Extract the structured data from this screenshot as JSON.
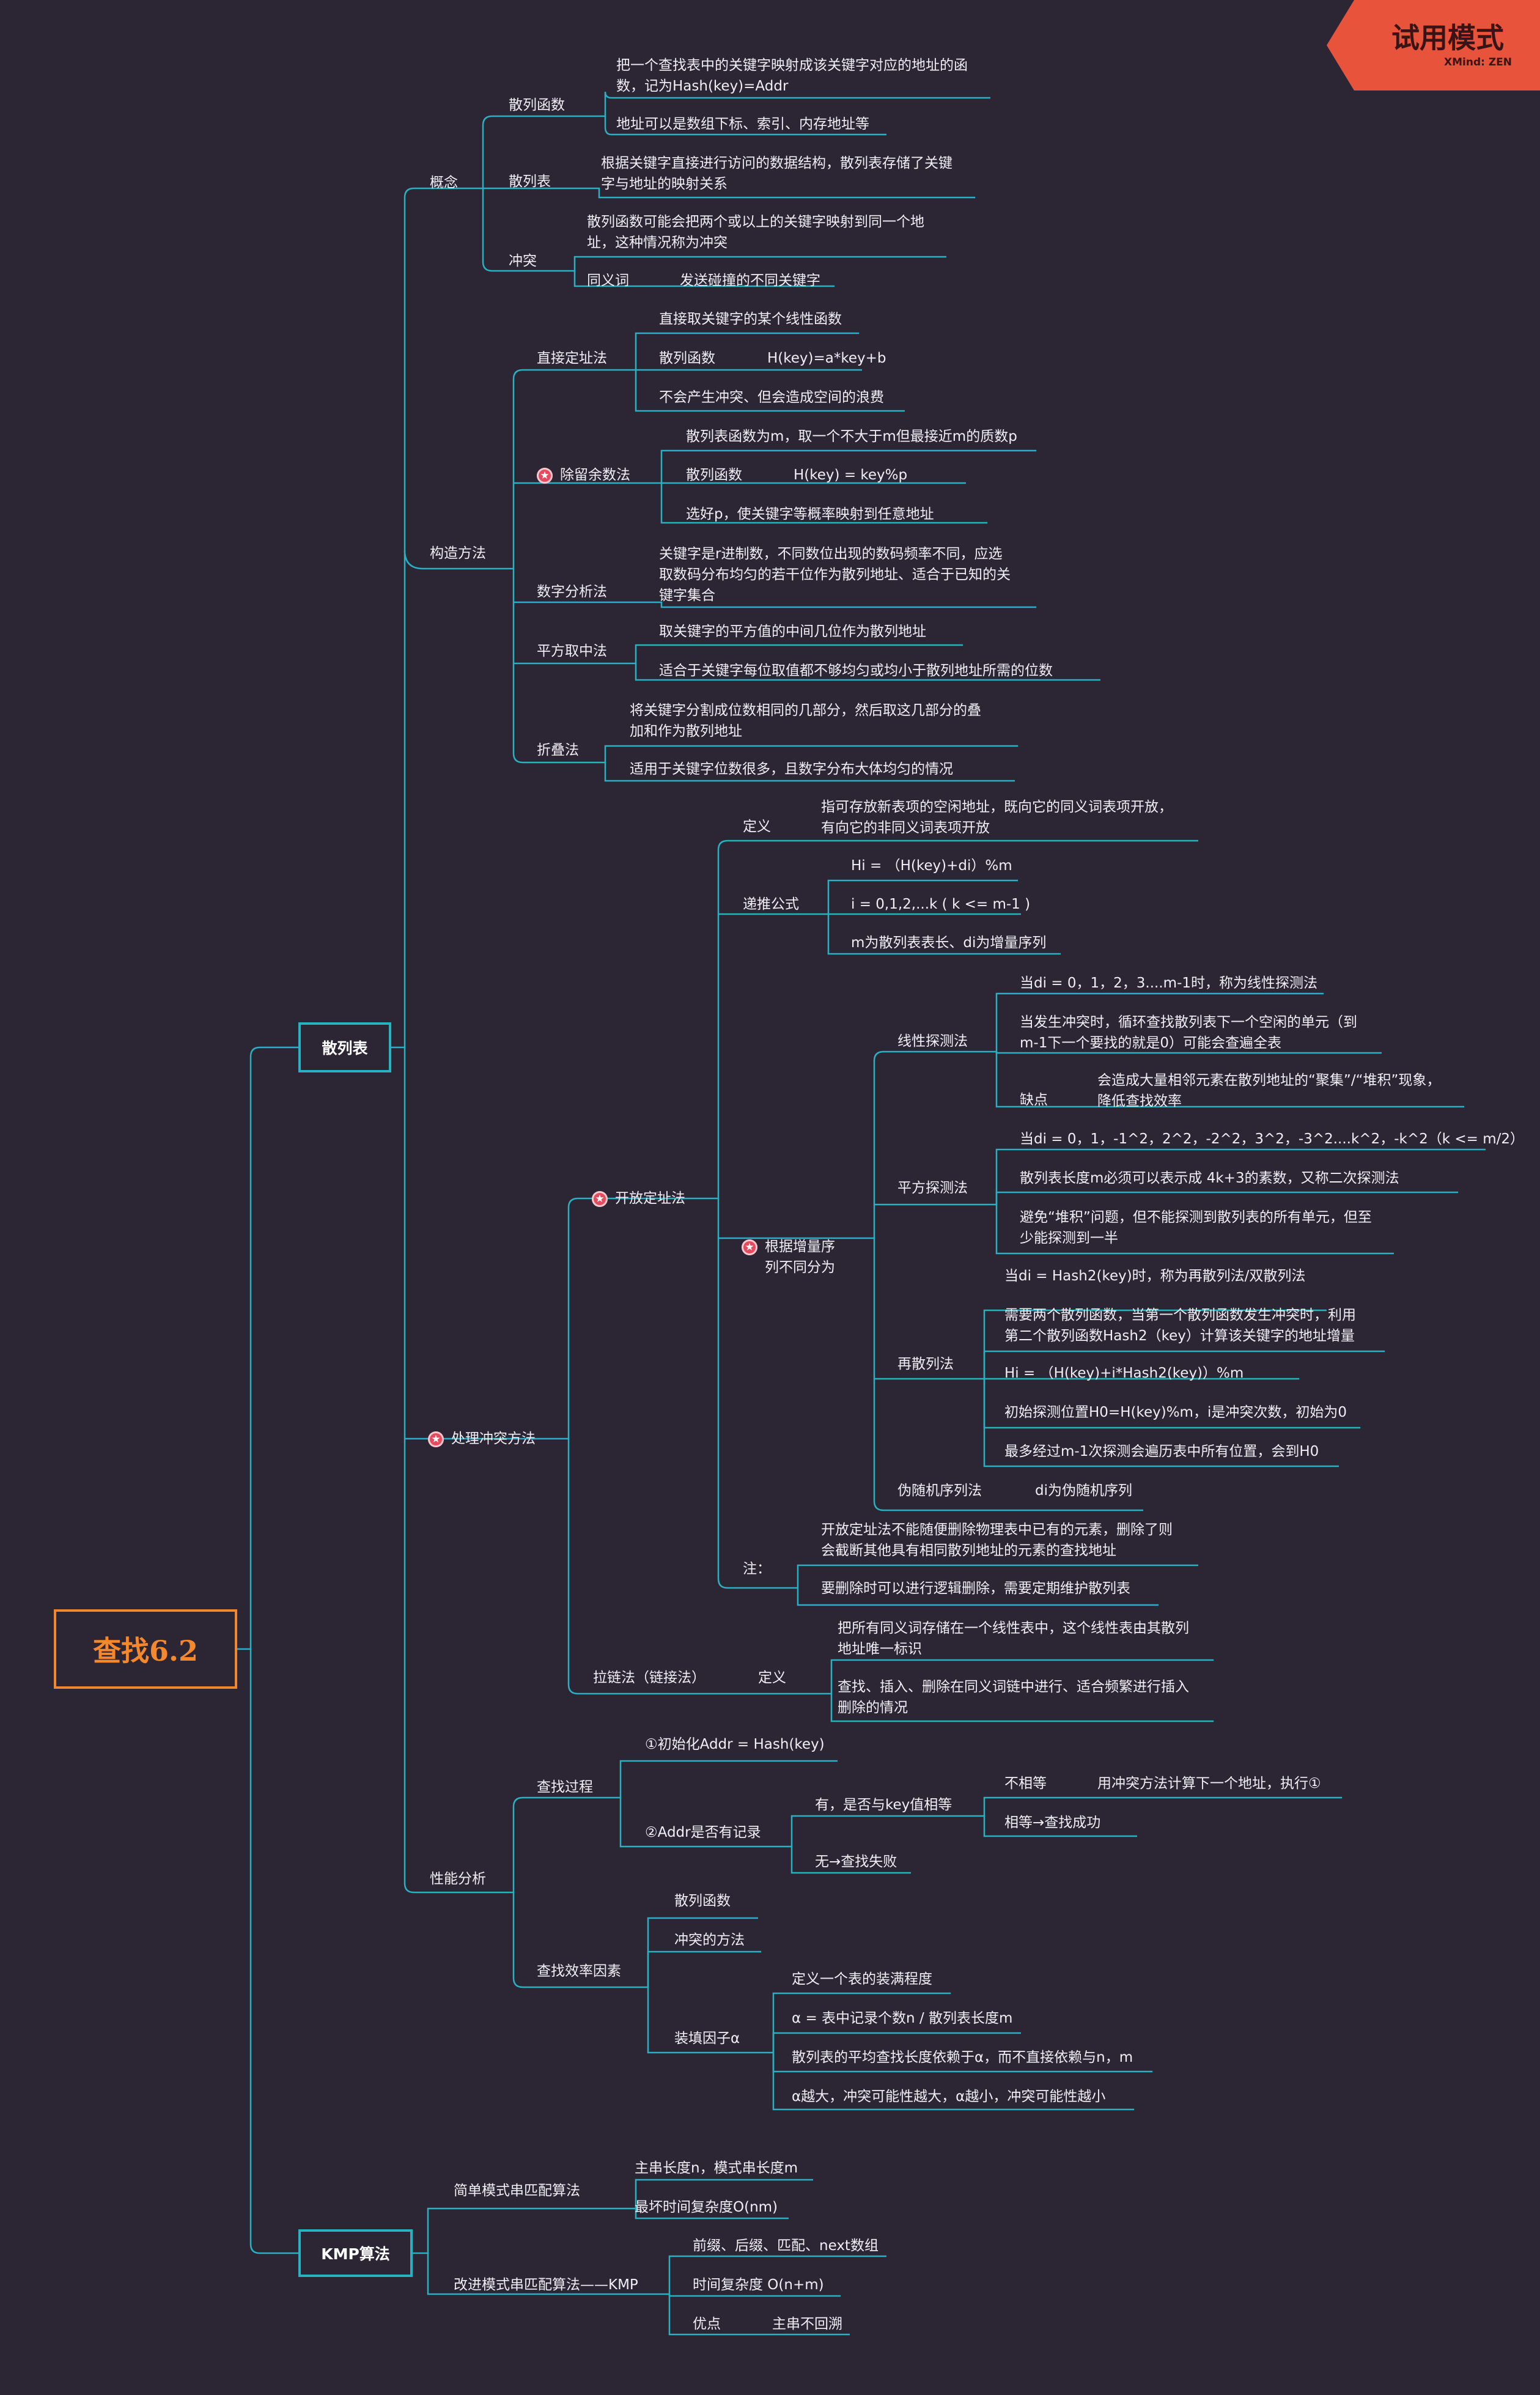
{
  "badge": {
    "title": "试用模式",
    "subtitle": "XMind: ZEN"
  },
  "root": {
    "label": "查找6.2"
  },
  "sections": {
    "hash_table": "散列表",
    "kmp": "KMP算法"
  },
  "concept": {
    "label": "概念",
    "hash_fn": "散列函数",
    "hash_fn_def": "把一个查找表中的关键字映射成该关键字对应的地址的函\n数，记为Hash(key)=Addr",
    "hash_fn_addr": "地址可以是数组下标、索引、内存地址等",
    "table": "散列表",
    "table_def": "根据关键字直接进行访问的数据结构，散列表存储了关键\n字与地址的映射关系",
    "conflict": "冲突",
    "conflict_def": "散列函数可能会把两个或以上的关键字映射到同一个地\n址，这种情况称为冲突",
    "synonym": "同义词",
    "synonym_def": "发送碰撞的不同关键字"
  },
  "construct": {
    "label": "构造方法",
    "direct": "直接定址法",
    "direct_1": "直接取关键字的某个线性函数",
    "direct_fn": "散列函数",
    "direct_fn_val": "H(key)=a*key+b",
    "direct_3": "不会产生冲突、但会造成空间的浪费",
    "mod": "除留余数法",
    "mod_1": "散列表函数为m，取一个不大于m但最接近m的质数p",
    "mod_fn": "散列函数",
    "mod_fn_val": "H(key) = key%p",
    "mod_3": "选好p，使关键字等概率映射到任意地址",
    "digit": "数字分析法",
    "digit_1": "关键字是r进制数，不同数位出现的数码频率不同，应选\n取数码分布均匀的若干位作为散列地址、适合于已知的关\n键字集合",
    "square": "平方取中法",
    "square_1": "取关键字的平方值的中间几位作为散列地址",
    "square_2": "适合于关键字每位取值都不够均匀或均小于散列地址所需的位数",
    "fold": "折叠法",
    "fold_1": "将关键字分割成位数相同的几部分，然后取这几部分的叠\n加和作为散列地址",
    "fold_2": "适用于关键字位数很多，且数字分布大体均匀的情况"
  },
  "conflict_handling": {
    "label": "处理冲突方法",
    "open": "开放定址法",
    "def": "定义",
    "def_text": "指可存放新表项的空闲地址，既向它的同义词表项开放，\n有向它的非同义词表项开放",
    "recur": "递推公式",
    "recur_1": "Hi = （H(key)+di）%m",
    "recur_2": "i = 0,1,2,...k ( k <= m-1 )",
    "recur_3": "m为散列表表长、di为增量序列",
    "incr": "根据增量序\n列不同分为",
    "linear": "线性探测法",
    "linear_1": "当di = 0，1，2，3....m-1时，称为线性探测法",
    "linear_2": "当发生冲突时，循环查找散列表下一个空闲的单元（到\nm-1下一个要找的就是0）可能会查遍全表",
    "linear_3": "缺点",
    "linear_3v": "会造成大量相邻元素在散列地址的“聚集”/“堆积”现象，\n降低查找效率",
    "quad": "平方探测法",
    "quad_1": "当di = 0，1，-1^2，2^2，-2^2，3^2，-3^2....k^2，-k^2（k <= m/2）",
    "quad_2": "散列表长度m必须可以表示成 4k+3的素数，又称二次探测法",
    "quad_3": "避免“堆积”问题，但不能探测到散列表的所有单元，但至\n少能探测到一半",
    "rehash": "再散列法",
    "rehash_1": "当di = Hash2(key)时，称为再散列法/双散列法",
    "rehash_2": "需要两个散列函数，当第一个散列函数发生冲突时，利用\n第二个散列函数Hash2（key）计算该关键字的地址增量",
    "rehash_3": "Hi = （H(key)+i*Hash2(key)）%m",
    "rehash_4": "初始探测位置H0=H(key)%m，i是冲突次数，初始为0",
    "rehash_5": "最多经过m-1次探测会遍历表中所有位置，会到H0",
    "pseudo": "伪随机序列法",
    "pseudo_1": "di为伪随机序列",
    "note": "注：",
    "note_1": "开放定址法不能随便删除物理表中已有的元素，删除了则\n会截断其他具有相同散列地址的元素的查找地址",
    "note_2": "要删除时可以进行逻辑删除，需要定期维护散列表",
    "chain": "拉链法（链接法）",
    "chain_def": "定义",
    "chain_1": "把所有同义词存储在一个线性表中，这个线性表由其散列\n地址唯一标识",
    "chain_2": "查找、插入、删除在同义词链中进行、适合频繁进行插入\n删除的情况"
  },
  "perf": {
    "label": "性能分析",
    "process": "查找过程",
    "step1": "①初始化Addr = Hash(key)",
    "step2": "②Addr是否有记录",
    "has": "有，是否与key值相等",
    "neq": "不相等",
    "neq_v": "用冲突方法计算下一个地址，执行①",
    "eq": "相等→查找成功",
    "none": "无→查找失败",
    "factor": "查找效率因素",
    "f1": "散列函数",
    "f2": "冲突的方法",
    "f3": "装填因子α",
    "a1": "定义一个表的装满程度",
    "a2": "α = 表中记录个数n / 散列表长度m",
    "a3": "散列表的平均查找长度依赖于α，而不直接依赖与n，m",
    "a4": "α越大，冲突可能性越大，α越小，冲突可能性越小"
  },
  "kmp": {
    "simple": "简单模式串匹配算法",
    "simple_1": "主串长度n，模式串长度m",
    "simple_2": "最坏时间复杂度O(nm)",
    "improved": "改进模式串匹配算法——KMP",
    "imp_1": "前缀、后缀、匹配、next数组",
    "imp_2": "时间复杂度 O(n+m)",
    "imp_3": "优点",
    "imp_3v": "主串不回溯"
  },
  "colors": {
    "background": "#2b2534",
    "line": "#26b2c2",
    "root": "#f0872d",
    "badge": "#e8533b",
    "star": "#e64a5e"
  }
}
